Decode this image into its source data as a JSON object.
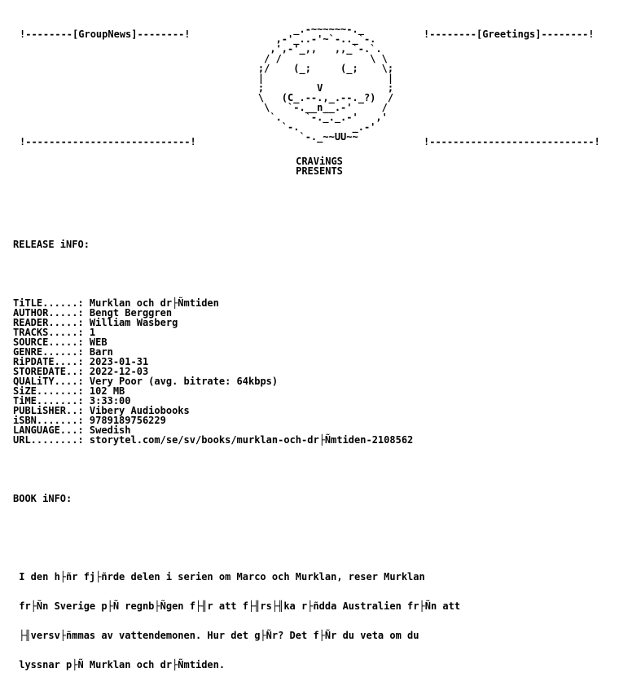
{
  "header": {
    "groupnews_bar": "!--------[GroupNews]--------!",
    "greetings_bar": "!--------[Greetings]--------!",
    "left_bottom_bar": "!----------------------------!",
    "right_bottom_bar": "!----------------------------!"
  },
  "ascii_face": "          _.-~~~~~~-._\n       ,-'_..-'~`-.._`-.\n      ,',-'_,,   ,,_`-.`.\n     / /               \\ \\\n    ;/    (_;     (_;    \\;\n    |                     |\n    ;         V           ;\n    \\   (C_.--.,_.--._?)  /\n     \\   `-.__n__.-'     /\n      `.    `-._._.-'   ,'\n        `-.         _.-'\n           `-._~~UU~~",
  "brand": {
    "line1": "CRAViNGS",
    "line2": "PRESENTS"
  },
  "release": {
    "heading": "RELEASE iNFO:",
    "fields": [
      {
        "label": "TiTLE......:",
        "value": " Murklan och dr├Ñmtiden"
      },
      {
        "label": "AUTHOR.....:",
        "value": " Bengt Berggren"
      },
      {
        "label": "READER.....:",
        "value": " William Wasberg"
      },
      {
        "label": "TRACKS.....:",
        "value": " 1"
      },
      {
        "label": "SOURCE.....:",
        "value": " WEB"
      },
      {
        "label": "GENRE......:",
        "value": " Barn"
      },
      {
        "label": "RiPDATE....:",
        "value": " 2023-01-31"
      },
      {
        "label": "STOREDATE..:",
        "value": " 2022-12-03"
      },
      {
        "label": "QUALiTY....:",
        "value": " Very Poor (avg. bitrate: 64kbps)"
      },
      {
        "label": "SiZE.......:",
        "value": " 102 MB"
      },
      {
        "label": "TiME.......:",
        "value": " 3:33:00"
      },
      {
        "label": "PUBLiSHER..:",
        "value": " Vibery Audiobooks"
      },
      {
        "label": "iSBN.......:",
        "value": " 9789189756229"
      },
      {
        "label": "LANGUAGE...:",
        "value": " Swedish"
      },
      {
        "label": "URL........:",
        "value": " storytel.com/se/sv/books/murklan-och-dr├Ñmtiden-2108562"
      }
    ]
  },
  "book": {
    "heading": "BOOK iNFO:",
    "lines": [
      " I den h├ñr fj├ñrde delen i serien om Marco och Murklan, reser Murklan",
      " fr├Ñn Sverige p├Ñ regnb├Ñgen f├╢r att f├╢rs├╢ka r├ñdda Australien fr├Ñn att",
      " ├╢versv├ñmmas av vattendemonen. Hur det g├Ñr? Det f├Ñr du veta om du",
      " lyssnar p├Ñ Murklan och dr├Ñmtiden."
    ]
  }
}
